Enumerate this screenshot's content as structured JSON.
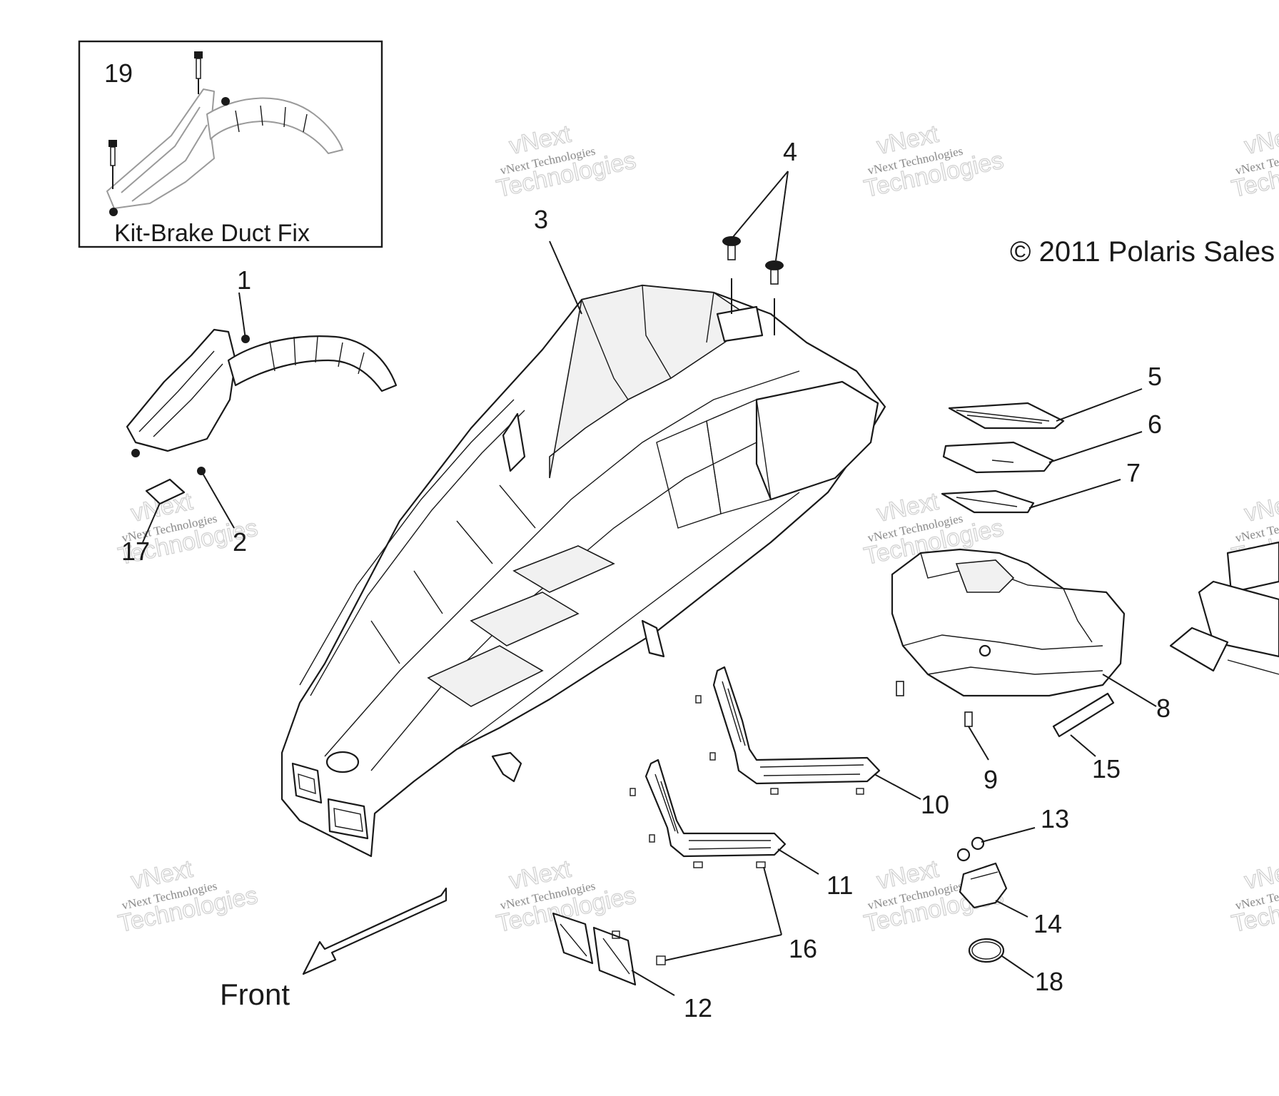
{
  "inset": {
    "title": "Kit-Brake Duct Fix",
    "callout": "19"
  },
  "copyright": "© 2011 Polaris Sales",
  "front_label": "Front",
  "callouts": {
    "c1": "1",
    "c2": "2",
    "c3": "3",
    "c4": "4",
    "c5": "5",
    "c6": "6",
    "c7": "7",
    "c8": "8",
    "c9": "9",
    "c10": "10",
    "c11": "11",
    "c12": "12",
    "c13": "13",
    "c14": "14",
    "c15": "15",
    "c16": "16",
    "c17": "17",
    "c18": "18"
  },
  "watermark": {
    "line1": "vNext Technologies",
    "line2": "Technologies",
    "line3": "vNext"
  }
}
